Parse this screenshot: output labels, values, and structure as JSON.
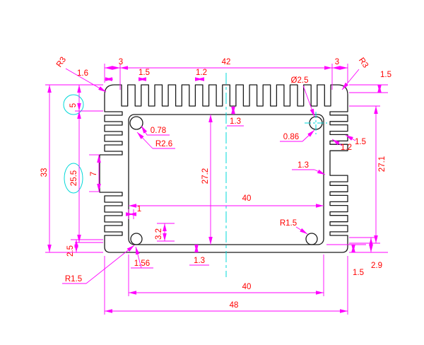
{
  "colors": {
    "outline": "#1a1a1a",
    "dimension": "#ff00ff",
    "dimtext": "#ff0000",
    "centerline": "#00d8d8"
  },
  "dims": {
    "top_offset_left": "3",
    "top_span": "42",
    "top_offset_right": "3",
    "corner_radius_left": "R3",
    "corner_radius_right": "R3",
    "fin_height": "1.6",
    "fin_width": "1.5",
    "fin_gap": "1.2",
    "hole_diameter": "Ø2.5",
    "right_fin_pitch": "1.5",
    "left_top_step": "5",
    "overall_height": "33",
    "left_inner_height": "25.5",
    "slot_height": "7",
    "left_bottom_step": "2.5",
    "corner_radius_bottom_left": "R1.5",
    "boss_wall": "0.78",
    "inner_corner_radius": "R2.6",
    "top_wall": "1.3",
    "boss_wall_right": "0.86",
    "right_fin_width": "1.2",
    "right_fin_width2": "1.5",
    "right_inner_height": "27.1",
    "right_wall": "1.3",
    "cavity_height": "27.2",
    "cavity_width": "40",
    "rib_offset": "1",
    "corner_radius_bottom_right": "R1.5",
    "boss_height": "3.2",
    "boss_thickness": "1.56",
    "bottom_wall": "1.3",
    "bottom_right_wall": "1.5",
    "bottom_right_step": "2.9",
    "bottom_span": "40",
    "overall_width": "48"
  }
}
